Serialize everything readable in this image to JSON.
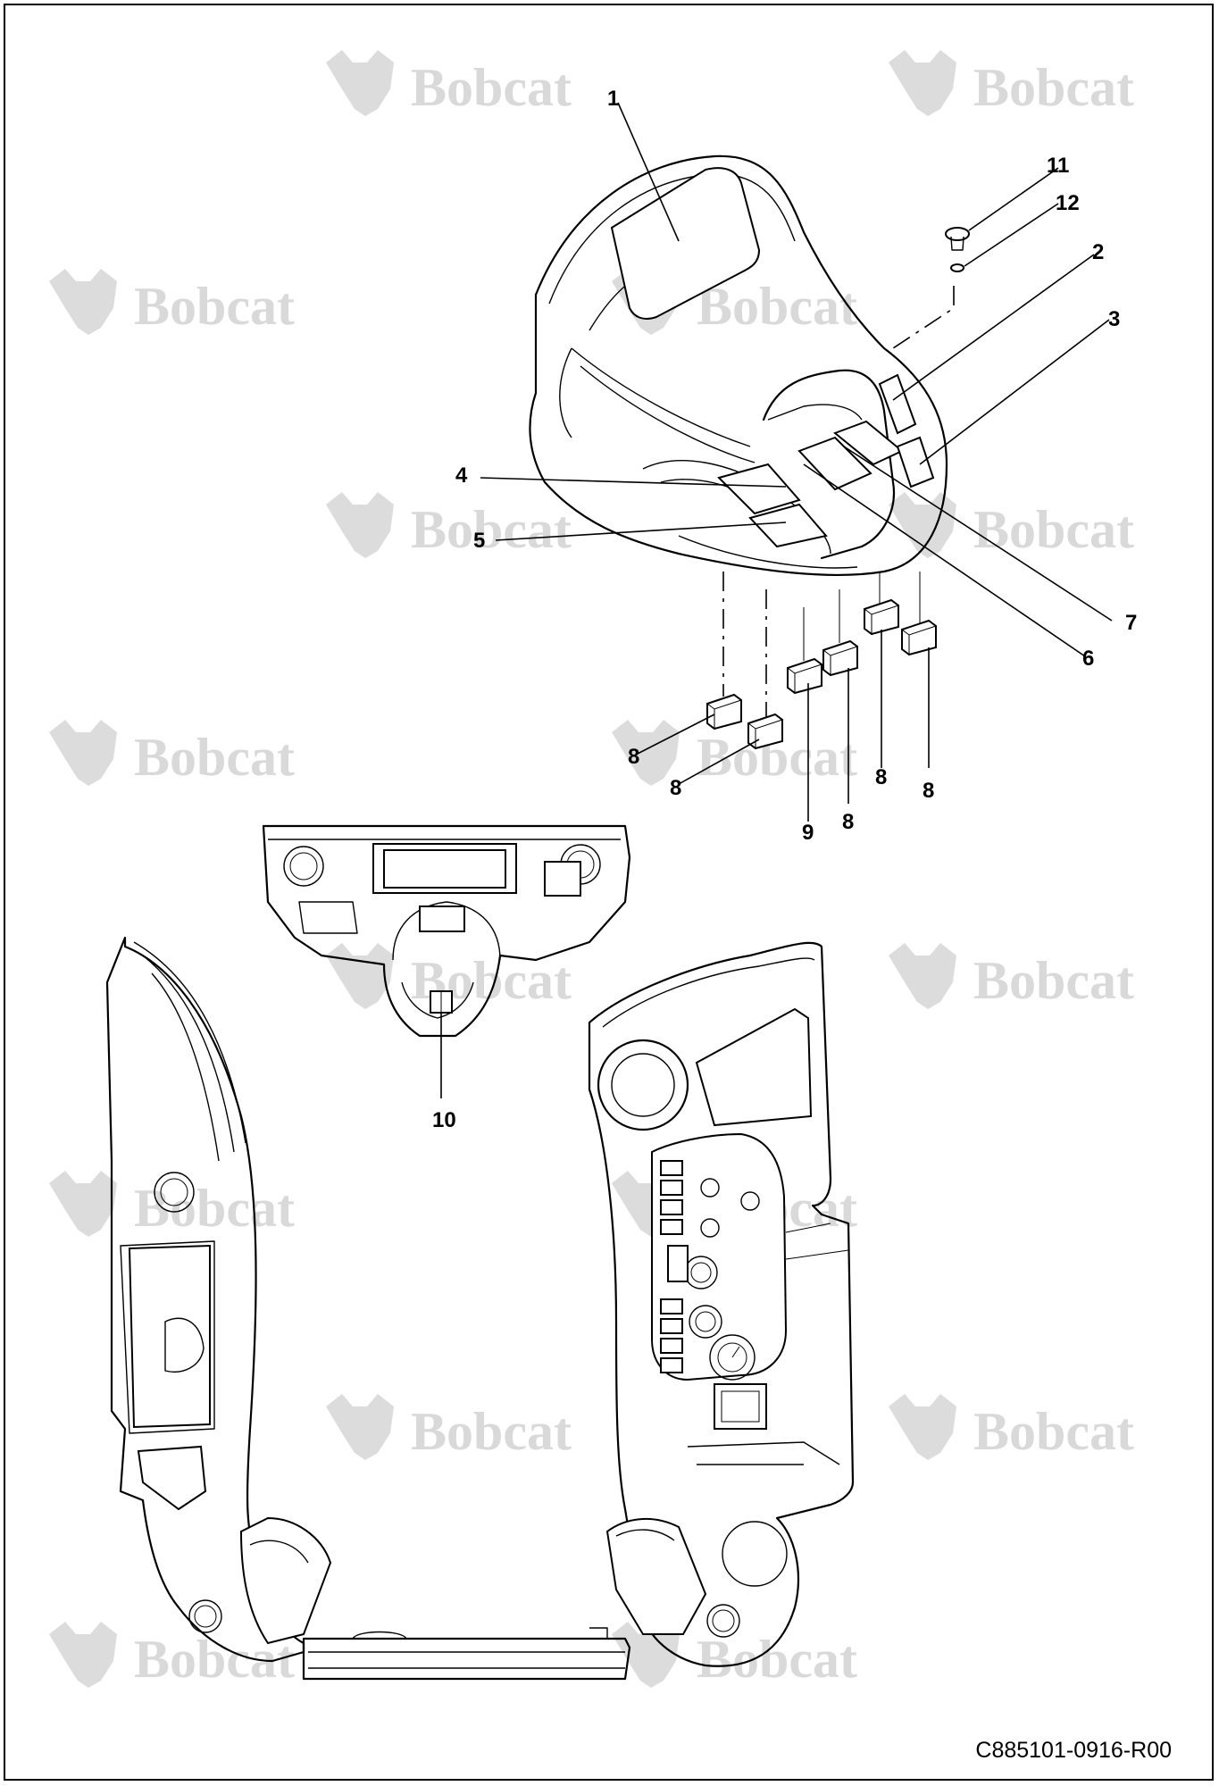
{
  "watermark": {
    "text": "Bobcat",
    "color": "#d9d9d9"
  },
  "callouts": [
    {
      "id": "c1",
      "label": "1"
    },
    {
      "id": "c2",
      "label": "2"
    },
    {
      "id": "c3",
      "label": "3"
    },
    {
      "id": "c4",
      "label": "4"
    },
    {
      "id": "c5",
      "label": "5"
    },
    {
      "id": "c6",
      "label": "6"
    },
    {
      "id": "c7",
      "label": "7"
    },
    {
      "id": "c8a",
      "label": "8"
    },
    {
      "id": "c8b",
      "label": "8"
    },
    {
      "id": "c8c",
      "label": "8"
    },
    {
      "id": "c8d",
      "label": "8"
    },
    {
      "id": "c8e",
      "label": "8"
    },
    {
      "id": "c9",
      "label": "9"
    },
    {
      "id": "c10",
      "label": "10"
    },
    {
      "id": "c11",
      "label": "11"
    },
    {
      "id": "c12",
      "label": "12"
    }
  ],
  "reference_code": "C885101-0916-R00",
  "colors": {
    "line": "#000000",
    "background": "#ffffff"
  }
}
